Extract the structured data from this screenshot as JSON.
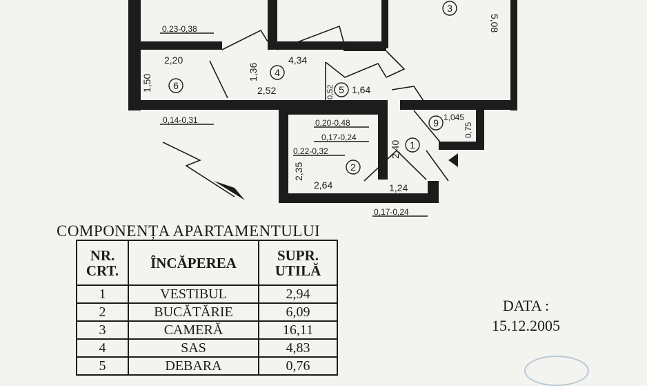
{
  "plan": {
    "rooms": [
      {
        "number": "1",
        "dims": [
          "2,40",
          "1,24"
        ]
      },
      {
        "number": "2",
        "dims": [
          "2,35",
          "2,64"
        ]
      },
      {
        "number": "3",
        "dims": [
          "5,08"
        ]
      },
      {
        "number": "4",
        "dims": [
          "4,34",
          "1,36",
          "2,52"
        ]
      },
      {
        "number": "5",
        "dims": [
          "0,52",
          "1,64"
        ]
      },
      {
        "number": "6",
        "dims": [
          "2,20",
          "1,50"
        ]
      },
      {
        "number": "9",
        "dims": [
          "1,045",
          "0,75"
        ]
      }
    ],
    "wall_labels": [
      "0,23-0,38",
      "0,14-0,31",
      "0,20-0,48",
      "0,17-0,24",
      "0,22-0,32",
      "0,17-0,24"
    ]
  },
  "table": {
    "heading": "COMPONENȚA APARTAMENTULUI",
    "col_nr": [
      "NR.",
      "CRT."
    ],
    "col_room": "ÎNCĂPEREA",
    "col_area": [
      "SUPR.",
      "UTILĂ"
    ],
    "rows": [
      {
        "nr": "1",
        "room": "VESTIBUL",
        "area": "2,94"
      },
      {
        "nr": "2",
        "room": "BUCĂTĂRIE",
        "area": "6,09"
      },
      {
        "nr": "3",
        "room": "CAMERĂ",
        "area": "16,11"
      },
      {
        "nr": "4",
        "room": "SAS",
        "area": "4,83"
      },
      {
        "nr": "5",
        "room": "DEBARA",
        "area": "0,76"
      }
    ]
  },
  "date": {
    "label": "DATA :",
    "value": "15.12.2005"
  }
}
